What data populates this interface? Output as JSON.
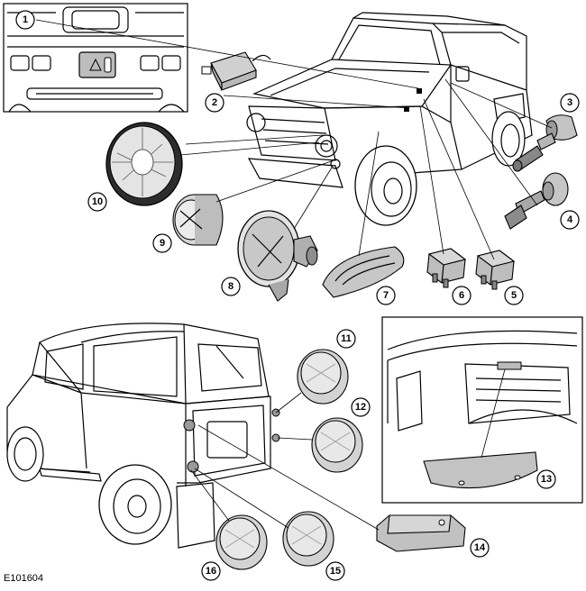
{
  "figure_id": "E101604",
  "colors": {
    "line": "#000000",
    "part_fill": "#d9d9d9",
    "lens_fill": "#e6e6e6",
    "background": "#ffffff"
  },
  "callouts": [
    "1",
    "2",
    "3",
    "4",
    "5",
    "6",
    "7",
    "8",
    "9",
    "10",
    "11",
    "12",
    "13",
    "14",
    "15",
    "16"
  ]
}
